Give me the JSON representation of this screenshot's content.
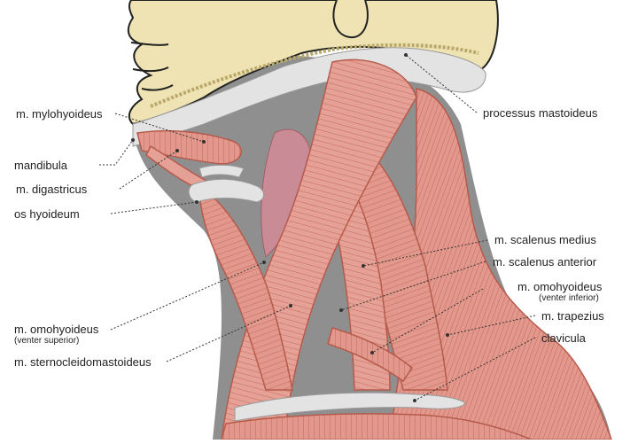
{
  "labels": {
    "mylohyoideus": "m. mylohyoideus",
    "mandibula": "mandibula",
    "digastricus": "m. digastricus",
    "os_hyoideum": "os hyoideum",
    "omohyoideus_sup": "m. omohyoideus",
    "omohyoideus_sup_sub": "(venter superior)",
    "sternocleidomastoideus": "m. sternocleidomastoideus",
    "processus_mastoideus": "processus mastoideus",
    "scalenus_medius": "m. scalenus medius",
    "scalenus_anterior": "m. scalenus anterior",
    "omohyoideus_inf": "m. omohyoideus",
    "omohyoideus_inf_sub": "(venter inferior)",
    "trapezius": "m. trapezius",
    "clavicula": "clavicula"
  },
  "colors": {
    "skin": "#efe3b3",
    "skull_outline": "#222222",
    "bone_gray": "#e3e3e3",
    "muscle": "#e2988c",
    "muscle_dark": "#c4695b",
    "muscle_line": "#b65a4c",
    "shadow": "#9a9a9a",
    "deep": "#c98b95"
  }
}
